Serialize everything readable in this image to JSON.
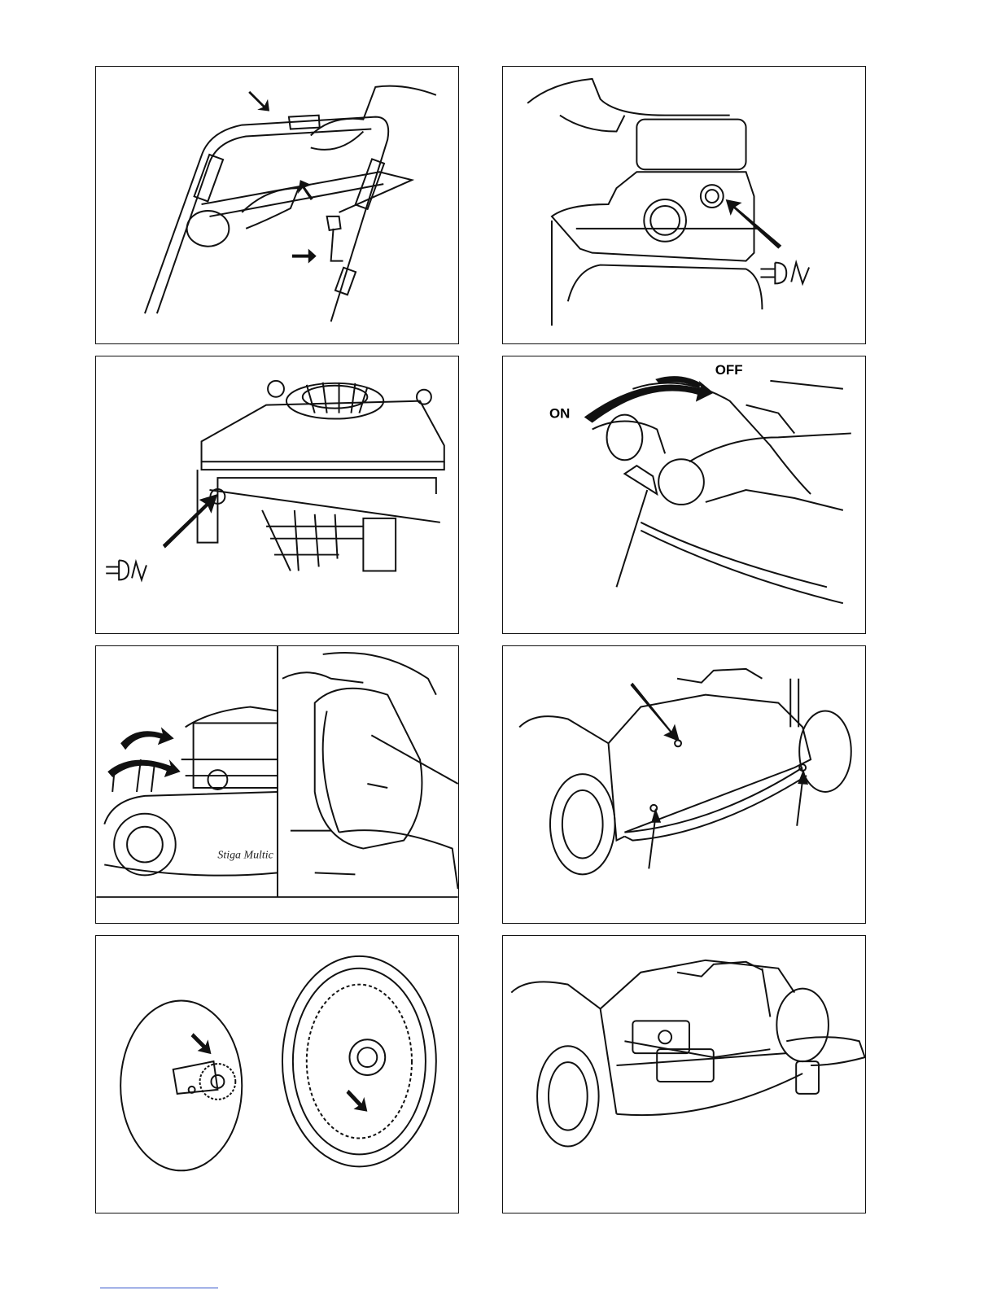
{
  "panels": [
    {
      "id": "handle-controls",
      "labels": []
    },
    {
      "id": "engine-primer-side",
      "labels": []
    },
    {
      "id": "engine-primer-front",
      "labels": []
    },
    {
      "id": "fuel-valve",
      "labels": {
        "on": "ON",
        "off": "OFF"
      }
    },
    {
      "id": "height-adjust",
      "labels": {
        "brand": "Stiga Multic"
      }
    },
    {
      "id": "underside-holes",
      "labels": []
    },
    {
      "id": "wheel-gears",
      "labels": []
    },
    {
      "id": "underside-drive",
      "labels": []
    }
  ],
  "colors": {
    "line": "#111111",
    "footer_rule": "#3355cc"
  }
}
